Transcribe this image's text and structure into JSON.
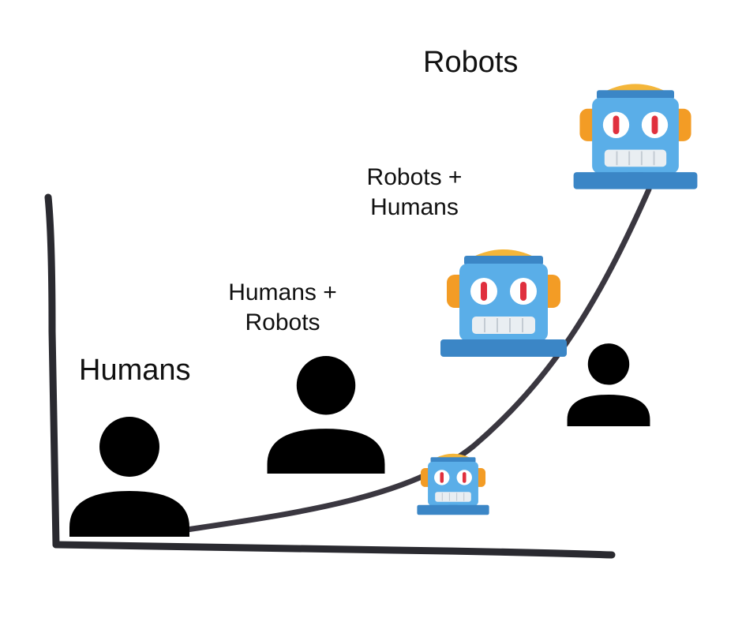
{
  "labels": {
    "humans": "Humans",
    "humans_robots_line1": "Humans +",
    "humans_robots_line2": "Robots",
    "robots_humans_line1": "Robots +",
    "robots_humans_line2": "Humans",
    "robots": "Robots"
  },
  "icons": [
    "person-icon",
    "robot-icon"
  ],
  "colors": {
    "axis": "#2a2a30",
    "curve": "#3a3740",
    "person": "#000000",
    "robot_face": "#5aaee8",
    "robot_dark": "#3b86c6",
    "robot_hat": "#f4b63a",
    "robot_ear": "#f39c25",
    "robot_eye": "#e0303e",
    "robot_teeth": "#e9eef2"
  }
}
